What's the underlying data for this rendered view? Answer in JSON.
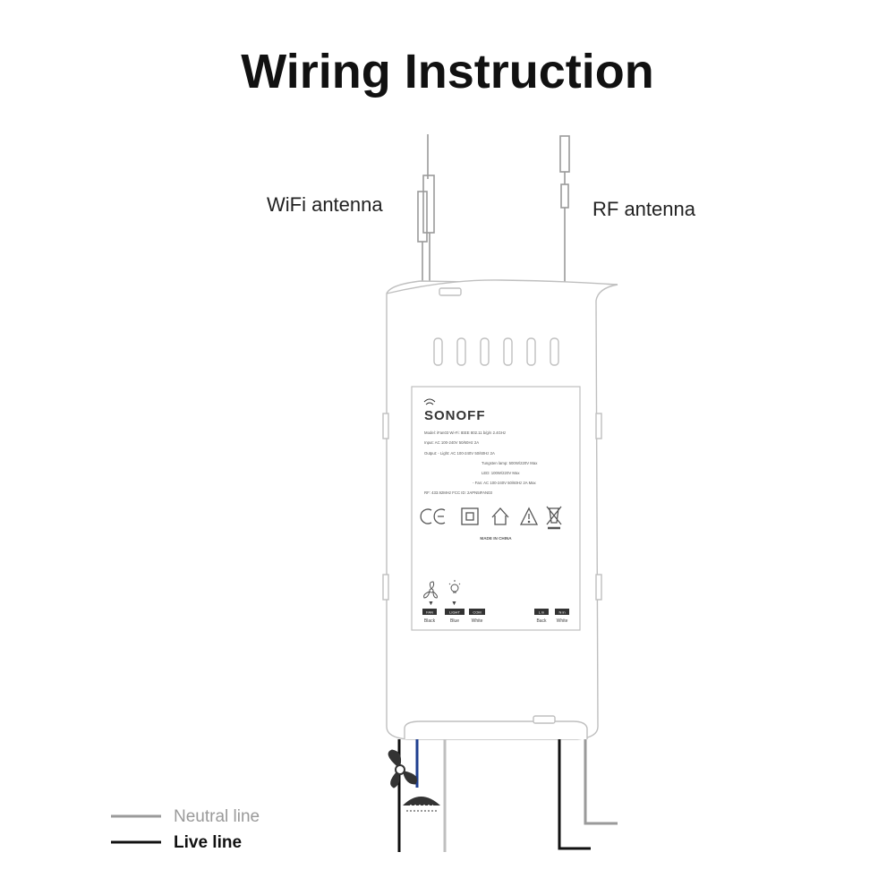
{
  "title": "Wiring Instruction",
  "antennas": {
    "wifi_label": "WiFi antenna",
    "rf_label": "RF antenna"
  },
  "device": {
    "brand": "SONOFF",
    "spec_lines": [
      "Model: iFan03     Wi-Fi: IEEE 802.11 b/g/n 2.4GHz",
      "Input: AC 100-240V 50/60Hz 2A",
      "Output: - Light: AC 100-240V 50/60Hz 2A",
      "Tungsten lamp: 500W/220V Max",
      "LED: 100W/220V Max",
      "- Fan: AC 100-240V 50/60Hz 2A Max",
      "RF: 433.92MHz          FCC ID: 2APN5IFAN03"
    ],
    "made_in": "MADE IN CHINA",
    "terminals": [
      {
        "code": "FAN",
        "color": "Black"
      },
      {
        "code": "LIGHT",
        "color": "Blue"
      },
      {
        "code": "COM",
        "color": "White"
      },
      {
        "code": "L in",
        "color": "Back"
      },
      {
        "code": "N in",
        "color": "White"
      }
    ]
  },
  "legend": {
    "neutral_label": "Neutral line",
    "live_label": "Live line",
    "neutral_color": "#9a9a9a",
    "live_color": "#111111"
  },
  "colors": {
    "wire_blue": "#1f3f8f",
    "outline": "#bfbfbf"
  }
}
